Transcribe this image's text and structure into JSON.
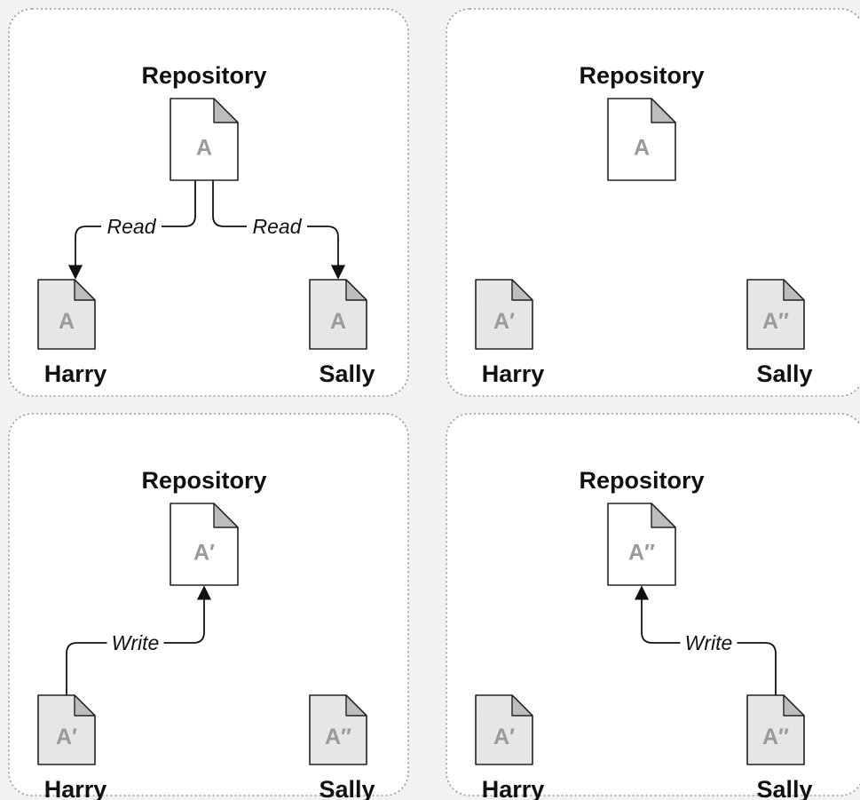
{
  "panels": [
    {
      "id": "p1",
      "repository": {
        "label": "Repository",
        "file": "A"
      },
      "harry": {
        "label": "Harry",
        "file": "A"
      },
      "sally": {
        "label": "Sally",
        "file": "A"
      },
      "edges": [
        {
          "label": "Read",
          "from": "repository",
          "to": "harry"
        },
        {
          "label": "Read",
          "from": "repository",
          "to": "sally"
        }
      ]
    },
    {
      "id": "p2",
      "repository": {
        "label": "Repository",
        "file": "A"
      },
      "harry": {
        "label": "Harry",
        "file": "A′"
      },
      "sally": {
        "label": "Sally",
        "file": "A″"
      },
      "edges": []
    },
    {
      "id": "p3",
      "repository": {
        "label": "Repository",
        "file": "A′"
      },
      "harry": {
        "label": "Harry",
        "file": "A′"
      },
      "sally": {
        "label": "Sally",
        "file": "A″"
      },
      "edges": [
        {
          "label": "Write",
          "from": "harry",
          "to": "repository"
        }
      ]
    },
    {
      "id": "p4",
      "repository": {
        "label": "Repository",
        "file": "A″"
      },
      "harry": {
        "label": "Harry",
        "file": "A′"
      },
      "sally": {
        "label": "Sally",
        "file": "A″"
      },
      "edges": [
        {
          "label": "Write",
          "from": "sally",
          "to": "repository"
        }
      ]
    }
  ],
  "colors": {
    "page_background": "#f2f2f2",
    "panel_background": "#ffffff",
    "panel_border": "#9a9a9a",
    "repo_doc_fill": "#ffffff",
    "working_copy_fill": "#e6e6e6",
    "fold_fill": "#bdbdbd",
    "file_letter": "#9a9a9a",
    "ink": "#111111"
  }
}
